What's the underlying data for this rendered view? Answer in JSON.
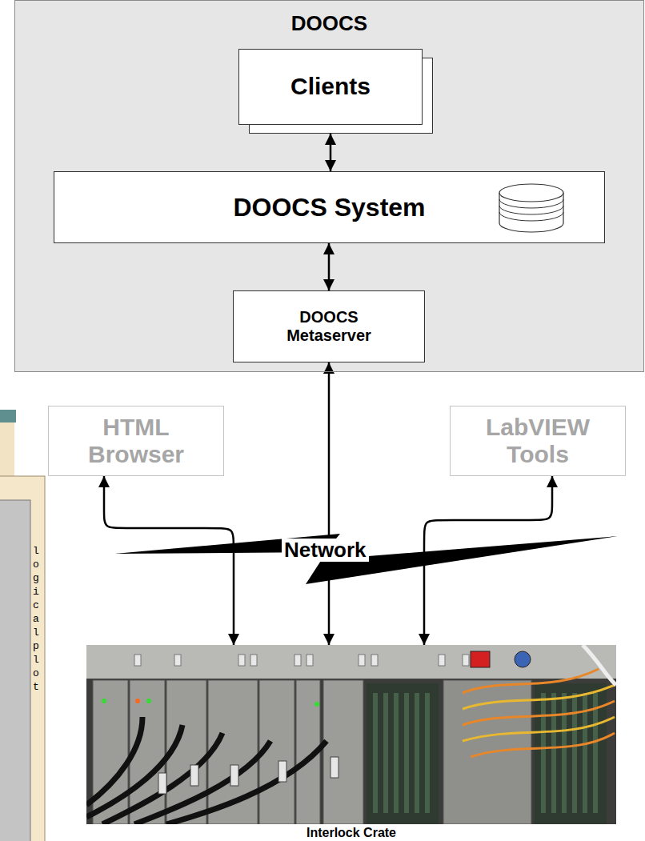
{
  "diagram": {
    "nodes": [
      {
        "text": [
          "DOOCS"
        ]
      },
      {
        "text": [
          "Clients"
        ],
        "in": 0
      },
      {
        "text": [
          "DOOCS System"
        ],
        "in": 0
      },
      {
        "text": [
          "DOOCS Metaserver"
        ],
        "in": 0
      },
      {
        "text": [
          "HTML Browser"
        ]
      },
      {
        "text": [
          "LabVIEW Tools"
        ]
      },
      {
        "text": [
          "Interlock Crate"
        ]
      }
    ],
    "edges": [
      {
        "from": 1,
        "to": 2,
        "arrow": "both"
      },
      {
        "from": 2,
        "to": 3,
        "arrow": "both"
      },
      {
        "from": 3,
        "to": 6,
        "arrow": "both"
      },
      {
        "from": 4,
        "to": 6,
        "arrow": "both"
      },
      {
        "from": 5,
        "to": 6,
        "arrow": "both"
      }
    ],
    "labels": [
      "Network",
      "logical plot"
    ]
  }
}
